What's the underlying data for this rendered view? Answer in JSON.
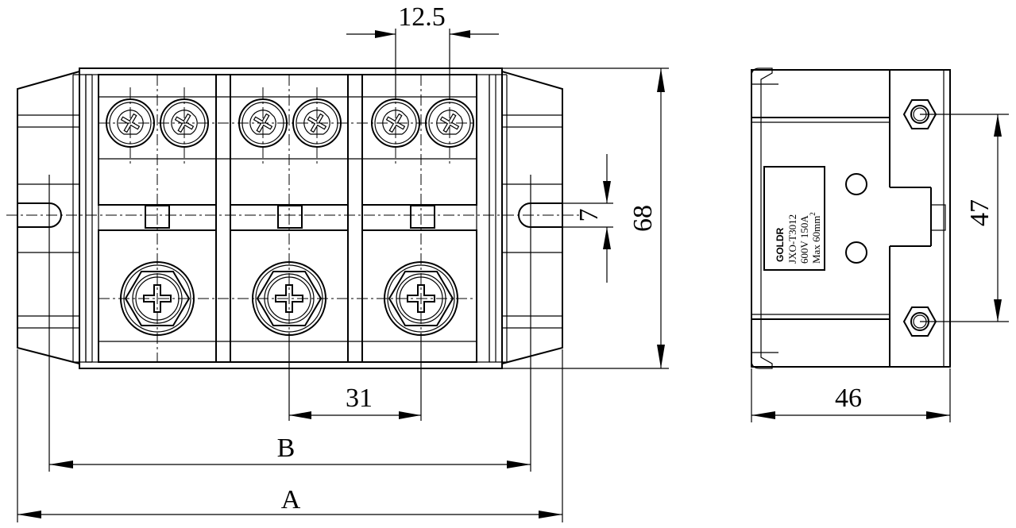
{
  "dimensions": {
    "pitch_top": "12.5",
    "pitch_bottom": "31",
    "overall_width": "A",
    "mount_span": "B",
    "gap": "7",
    "height": "68",
    "mount_span_side": "47",
    "depth": "46"
  },
  "label_plate": {
    "brand": "GOLDR",
    "model": "JXO-T3012",
    "rating": "600V 150A",
    "wire_size": "Max 60mm",
    "wire_size_sup": "2"
  }
}
